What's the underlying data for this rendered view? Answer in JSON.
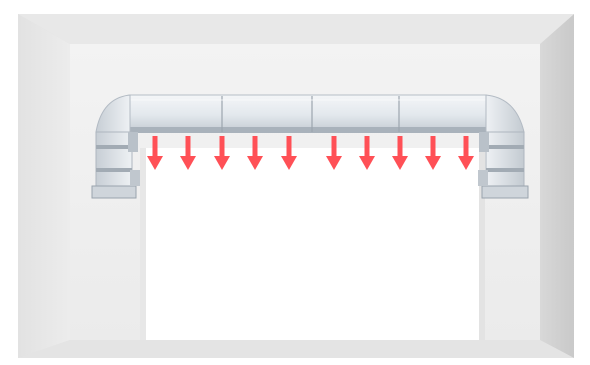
{
  "scene": {
    "subject": "air-curtain-duct",
    "colors": {
      "wall_outer": "#dcdcdc",
      "wall_side_left": "#e6e6e6",
      "wall_side_right": "#d0d0d0",
      "wall_back": "#f2f2f2",
      "duct_light": "#e9edf1",
      "duct_mid": "#c9d0d7",
      "duct_dark": "#9aa3ad",
      "arrow": "#ff5056",
      "opening": "#ffffff"
    },
    "arrows": {
      "count": 10,
      "direction": "down"
    }
  }
}
